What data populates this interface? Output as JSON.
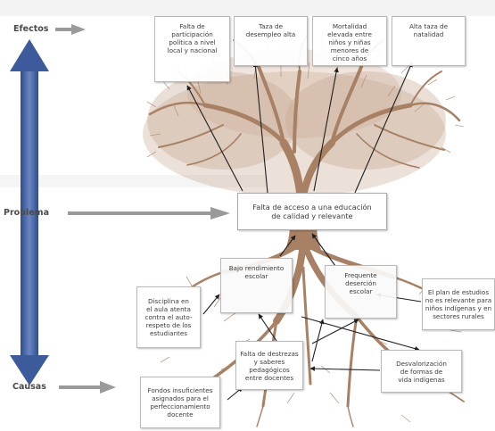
{
  "labels": {
    "efectos": "Efectos",
    "problema": "Problema",
    "causas": "Causas"
  },
  "effects": [
    "Falta de\nparticipación\npolítica a nivel\nlocal y nacional",
    "Taza de\ndesempleo alta",
    "Mortalidad\nelevada entre\nniños y niñas\nmenores de\ncinco años",
    "Alta taza de\nnatalidad"
  ],
  "problem": "Falta de acceso a una educación\nde calidad y relevante",
  "causes": {
    "bajo": "Bajo rendimiento\nescolar",
    "desercion": "Frequente\ndeserción\nescolar",
    "disciplina": "Disciplina en\nel aula atenta\ncontra  el auto-\nrespeto de los\nestudiantes",
    "plan": "El plan de estudios\nno es relevante para\nniños indígenas y en\nsectores rurales",
    "destrezas": "Falta de destrezas\ny saberes\npedagógicos\nentre docentes",
    "desvalorizacion": "Desvalorización\nde formas de\nvida indígenas",
    "fondos": "Fondos insuficientes\nasignados para el\nperfeccionamiento\ndocente"
  },
  "colors": {
    "tree": "#a88064",
    "arrow_blue": "#44609f",
    "connector": "#1e1e1e",
    "label_arrow": "#9a9a9a"
  }
}
